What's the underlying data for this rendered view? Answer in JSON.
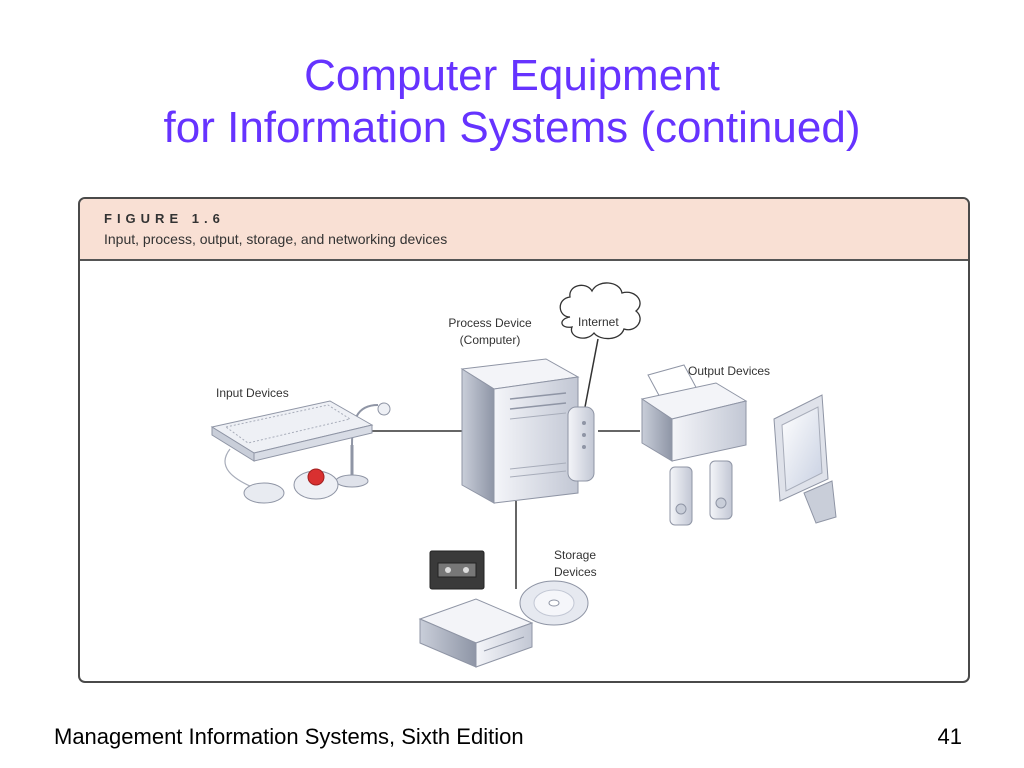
{
  "slide": {
    "title_line1": "Computer Equipment",
    "title_line2": "for Information Systems (continued)"
  },
  "figure": {
    "number": "FIGURE 1.6",
    "caption": "Input, process, output, storage, and networking devices",
    "labels": {
      "process": [
        "Process Device",
        "(Computer)"
      ],
      "internet": "Internet",
      "input": "Input Devices",
      "output": "Output Devices",
      "storage": [
        "Storage",
        "Devices"
      ]
    }
  },
  "footer": {
    "book": "Management Information Systems, Sixth Edition",
    "page": "41"
  },
  "colors": {
    "title": "#6633ff",
    "header_band": "#f9e0d4",
    "device_light": "#eef0f5",
    "device_dark": "#aab0c0",
    "mouse_ball": "#d93030"
  }
}
